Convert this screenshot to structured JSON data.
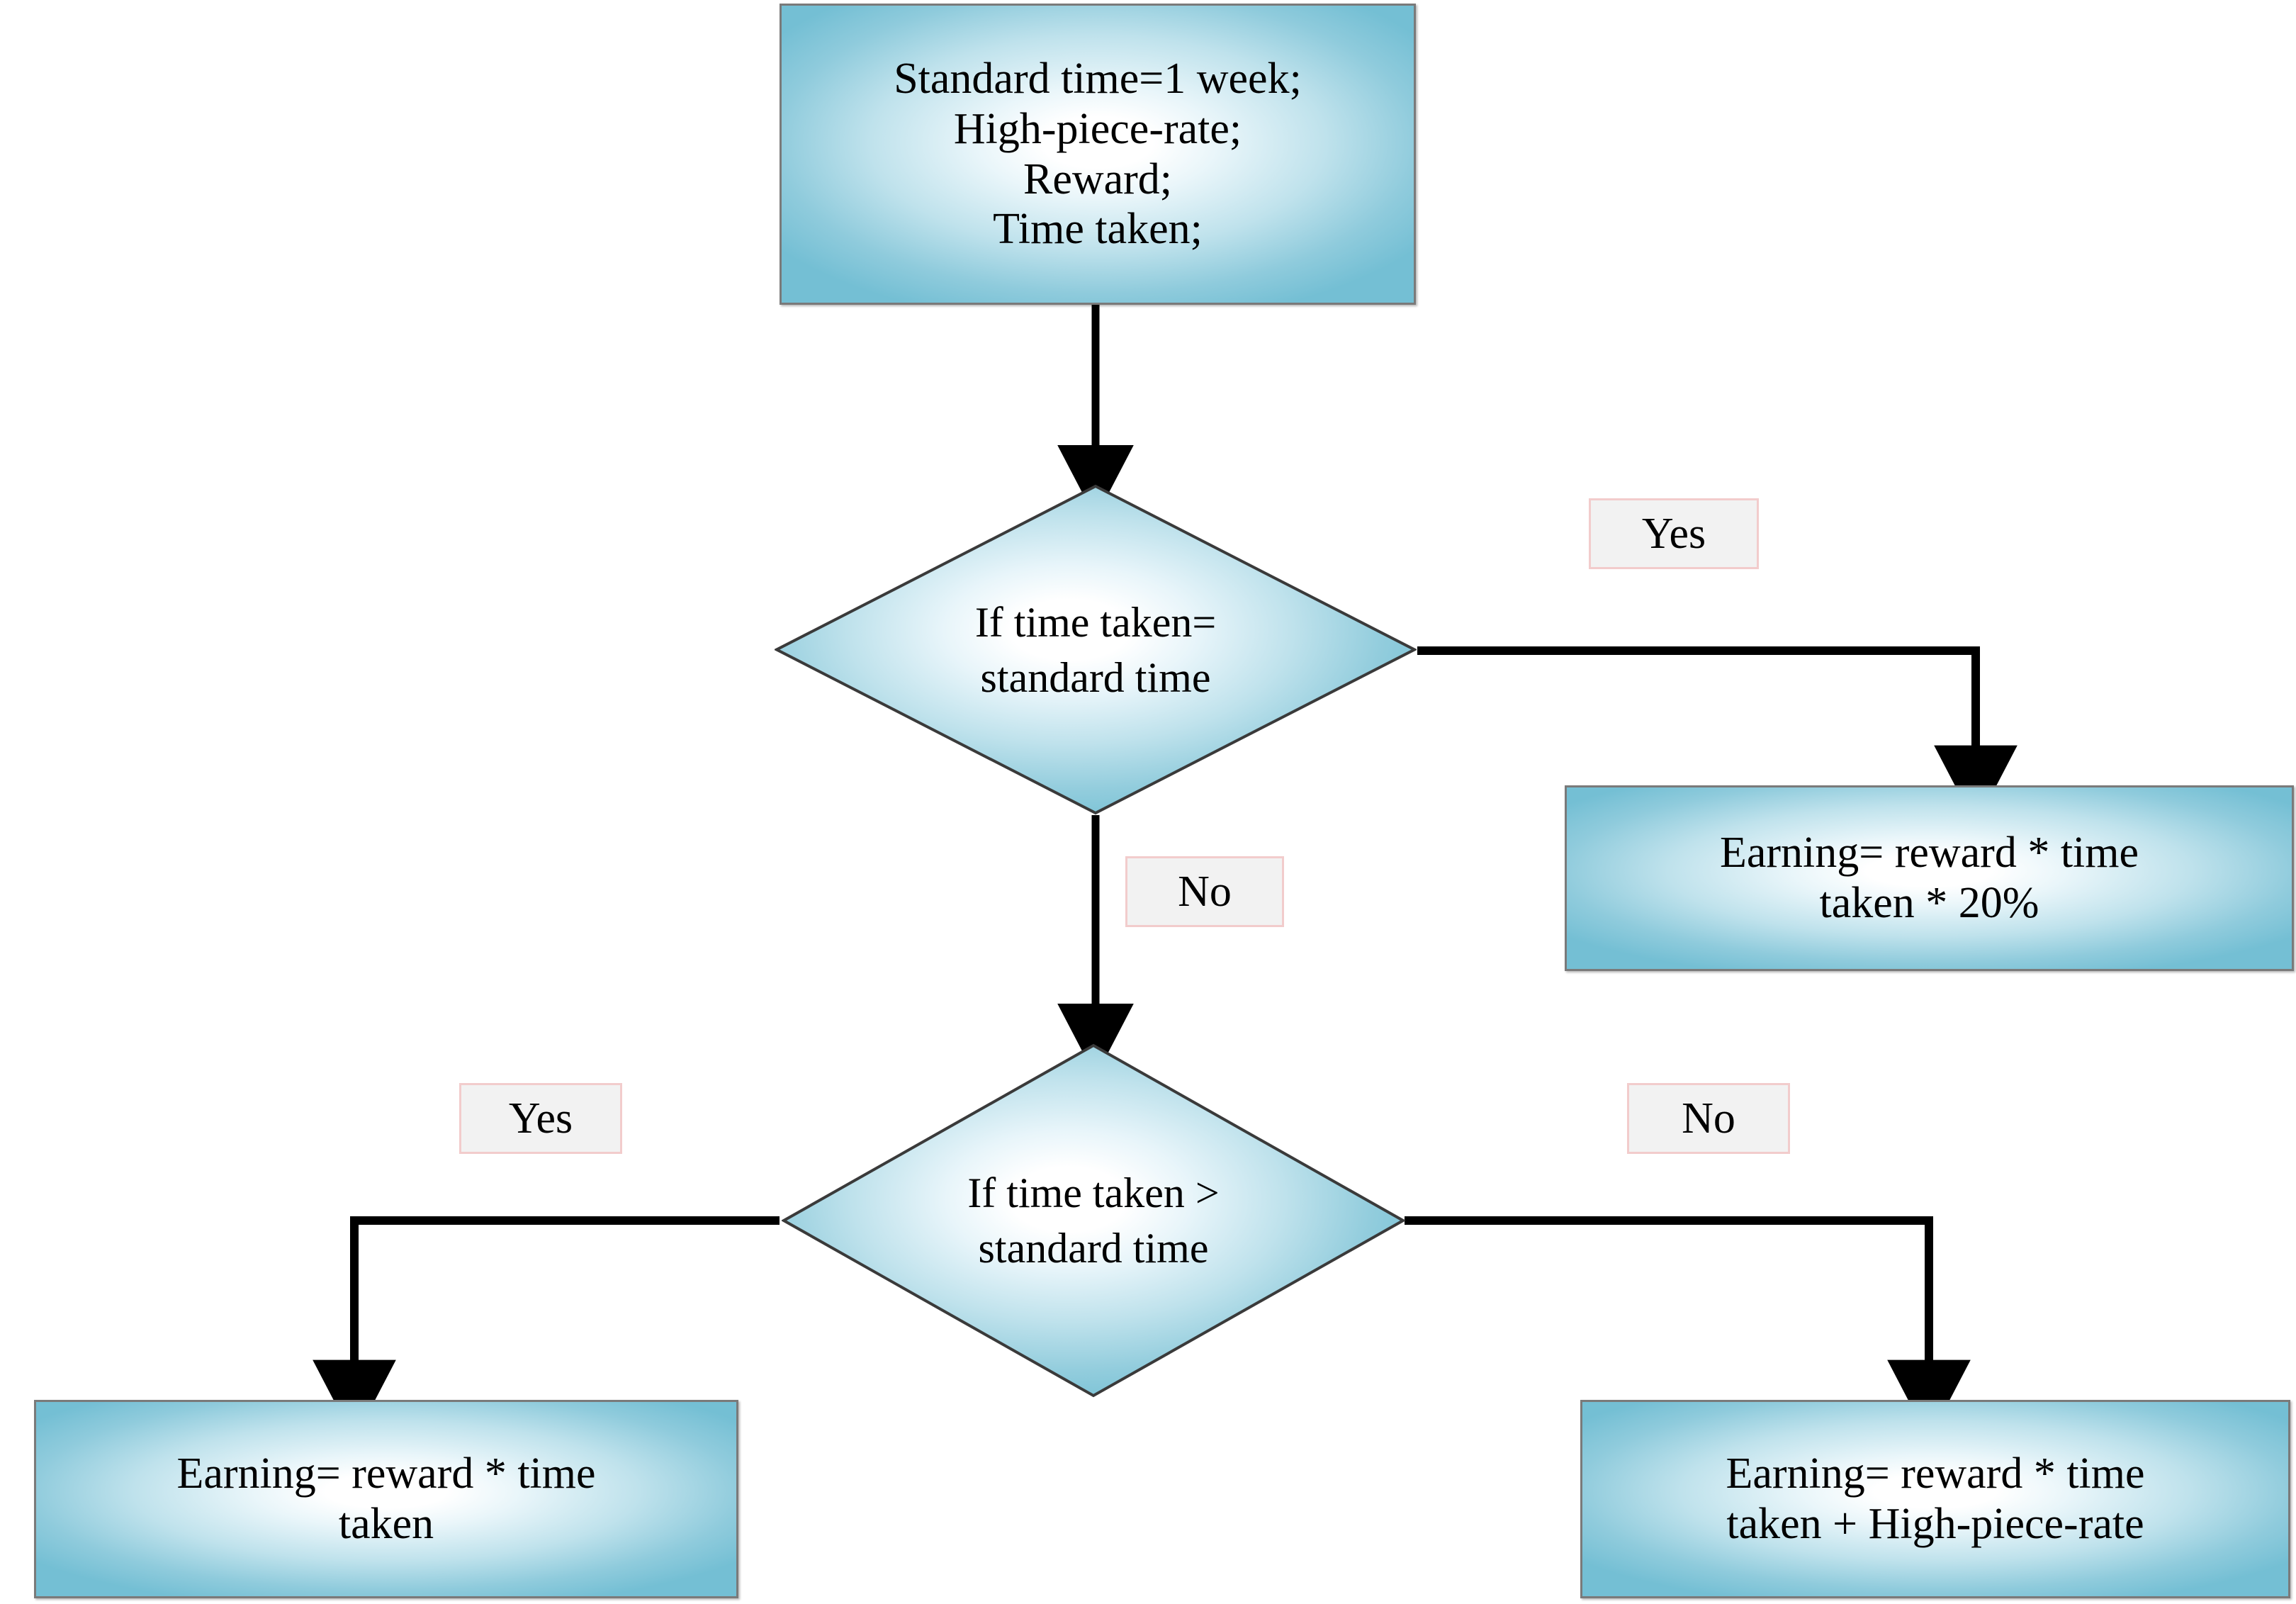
{
  "diagram": {
    "title": "Earning calculation flowchart (high piece rate with reward)",
    "colors": {
      "node_fill_edge": "#74bfd4",
      "node_fill_center": "#ffffff",
      "node_border": "#7a7a7a",
      "diamond_border": "#3a3a3a",
      "connector": "#000000",
      "label_border": "#f2cccc",
      "label_fill": "#f2f2f2",
      "text": "#000000"
    }
  },
  "nodes": {
    "start_box": {
      "type": "process",
      "lines": [
        "Standard time=1 week;",
        "High-piece-rate;",
        "Reward;",
        "Time taken;"
      ]
    },
    "decision_equal": {
      "type": "decision",
      "lines": [
        "If time taken=",
        "standard time"
      ]
    },
    "result_equal_yes": {
      "type": "process",
      "lines": [
        "Earning= reward * time",
        "taken * 20%"
      ]
    },
    "decision_greater": {
      "type": "decision",
      "lines": [
        "If time taken >",
        "standard time"
      ]
    },
    "result_greater_yes": {
      "type": "process",
      "lines": [
        "Earning= reward * time",
        "taken"
      ]
    },
    "result_greater_no": {
      "type": "process",
      "lines": [
        "Earning= reward * time",
        "taken + High-piece-rate"
      ]
    }
  },
  "edge_labels": {
    "equal_yes": "Yes",
    "equal_no": "No",
    "greater_yes": "Yes",
    "greater_no": "No"
  }
}
